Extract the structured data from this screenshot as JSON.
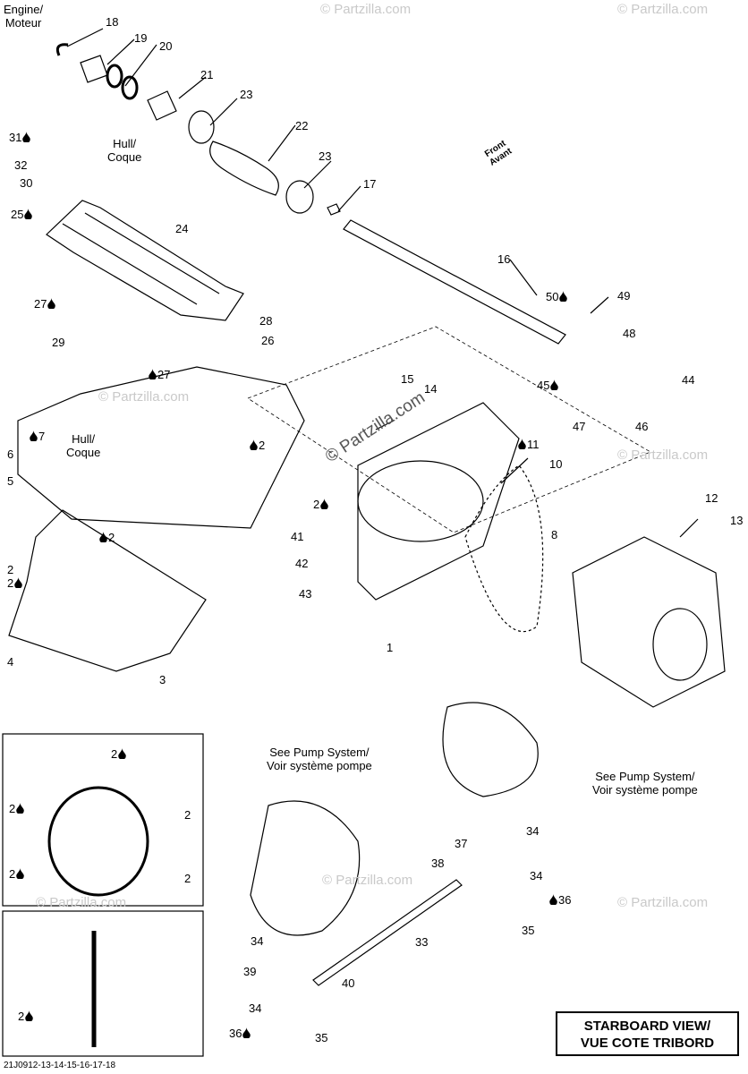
{
  "diagram_code": "21J0912-13-14-15-16-17-18",
  "view_title": {
    "line1": "STARBOARD VIEW/",
    "line2": "VUE COTE TRIBORD"
  },
  "watermarks": {
    "main": "© Partzilla.com",
    "faint": "© Partzilla.com"
  },
  "texts": {
    "engine": "Engine/\nMoteur",
    "hull_top": "Hull/\nCoque",
    "hull_left": "Hull/\nCoque",
    "front": "Front\nAvant",
    "see_pump_1": "See Pump System/\nVoir système pompe",
    "see_pump_2": "See Pump System/\nVoir système pompe"
  },
  "callouts": [
    {
      "id": "c18",
      "text": "18"
    },
    {
      "id": "c19",
      "text": "19"
    },
    {
      "id": "c20",
      "text": "20"
    },
    {
      "id": "c21",
      "text": "21"
    },
    {
      "id": "c23a",
      "text": "23"
    },
    {
      "id": "c22",
      "text": "22"
    },
    {
      "id": "c23b",
      "text": "23"
    },
    {
      "id": "c17",
      "text": "17"
    },
    {
      "id": "c31",
      "text": "31"
    },
    {
      "id": "c32",
      "text": "32"
    },
    {
      "id": "c30",
      "text": "30"
    },
    {
      "id": "c25",
      "text": "25"
    },
    {
      "id": "c24",
      "text": "24"
    },
    {
      "id": "c16",
      "text": "16"
    },
    {
      "id": "c27a",
      "text": "27"
    },
    {
      "id": "c29",
      "text": "29"
    },
    {
      "id": "c28",
      "text": "28"
    },
    {
      "id": "c26",
      "text": "26"
    },
    {
      "id": "c27b",
      "text": "27"
    },
    {
      "id": "c50",
      "text": "50"
    },
    {
      "id": "c49",
      "text": "49"
    },
    {
      "id": "c48",
      "text": "48"
    },
    {
      "id": "c15",
      "text": "15"
    },
    {
      "id": "c14",
      "text": "14"
    },
    {
      "id": "c45",
      "text": "45"
    },
    {
      "id": "c44",
      "text": "44"
    },
    {
      "id": "c47",
      "text": "47"
    },
    {
      "id": "c46",
      "text": "46"
    },
    {
      "id": "c7",
      "text": "7"
    },
    {
      "id": "c6",
      "text": "6"
    },
    {
      "id": "c5",
      "text": "5"
    },
    {
      "id": "c2a",
      "text": "2"
    },
    {
      "id": "c2b",
      "text": "2"
    },
    {
      "id": "c2c",
      "text": "2"
    },
    {
      "id": "c2d",
      "text": "2"
    },
    {
      "id": "c2e",
      "text": "2"
    },
    {
      "id": "c4",
      "text": "4"
    },
    {
      "id": "c3",
      "text": "3"
    },
    {
      "id": "c41",
      "text": "41"
    },
    {
      "id": "c42",
      "text": "42"
    },
    {
      "id": "c43",
      "text": "43"
    },
    {
      "id": "c1",
      "text": "1"
    },
    {
      "id": "c11",
      "text": "11"
    },
    {
      "id": "c10",
      "text": "10"
    },
    {
      "id": "c8",
      "text": "8"
    },
    {
      "id": "c12",
      "text": "12"
    },
    {
      "id": "c13",
      "text": "13"
    },
    {
      "id": "c2f",
      "text": "2"
    },
    {
      "id": "c2g",
      "text": "2"
    },
    {
      "id": "c2h",
      "text": "2"
    },
    {
      "id": "c2i",
      "text": "2"
    },
    {
      "id": "c2j",
      "text": "2"
    },
    {
      "id": "c2k",
      "text": "2"
    },
    {
      "id": "c34a",
      "text": "34"
    },
    {
      "id": "c37",
      "text": "37"
    },
    {
      "id": "c38",
      "text": "38"
    },
    {
      "id": "c34b",
      "text": "34"
    },
    {
      "id": "c36a",
      "text": "36"
    },
    {
      "id": "c35a",
      "text": "35"
    },
    {
      "id": "c33",
      "text": "33"
    },
    {
      "id": "c34c",
      "text": "34"
    },
    {
      "id": "c39",
      "text": "39"
    },
    {
      "id": "c40",
      "text": "40"
    },
    {
      "id": "c34d",
      "text": "34"
    },
    {
      "id": "c36b",
      "text": "36"
    },
    {
      "id": "c35b",
      "text": "35"
    }
  ]
}
